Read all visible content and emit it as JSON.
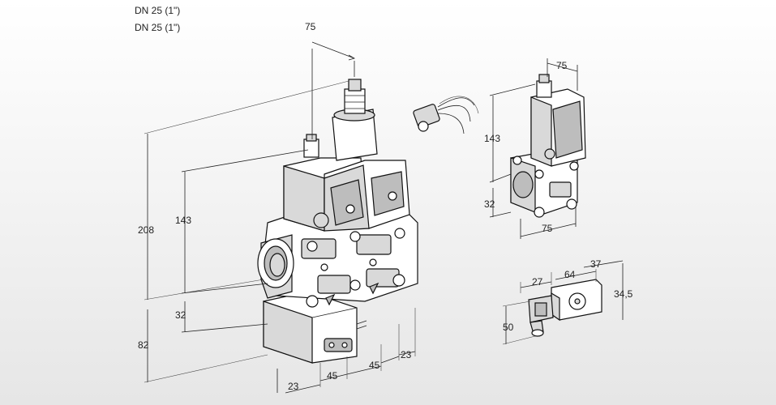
{
  "header": {
    "line1": "DN 25 (1\")",
    "line2": "DN 25 (1\")"
  },
  "dims": {
    "main_top_width": "75",
    "main_height_total": "208",
    "main_height_actuator": "143",
    "main_height_body": "32",
    "main_height_bottom": "82",
    "main_bottom_23_left": "23",
    "main_bottom_45_a": "45",
    "main_bottom_45_b": "45",
    "main_bottom_23_right": "23",
    "side_top_width": "75",
    "side_height_actuator": "143",
    "side_height_body": "32",
    "side_bottom_width": "75",
    "plug_27": "27",
    "plug_64": "64",
    "plug_37": "37",
    "plug_345": "34,5",
    "plug_50": "50"
  }
}
